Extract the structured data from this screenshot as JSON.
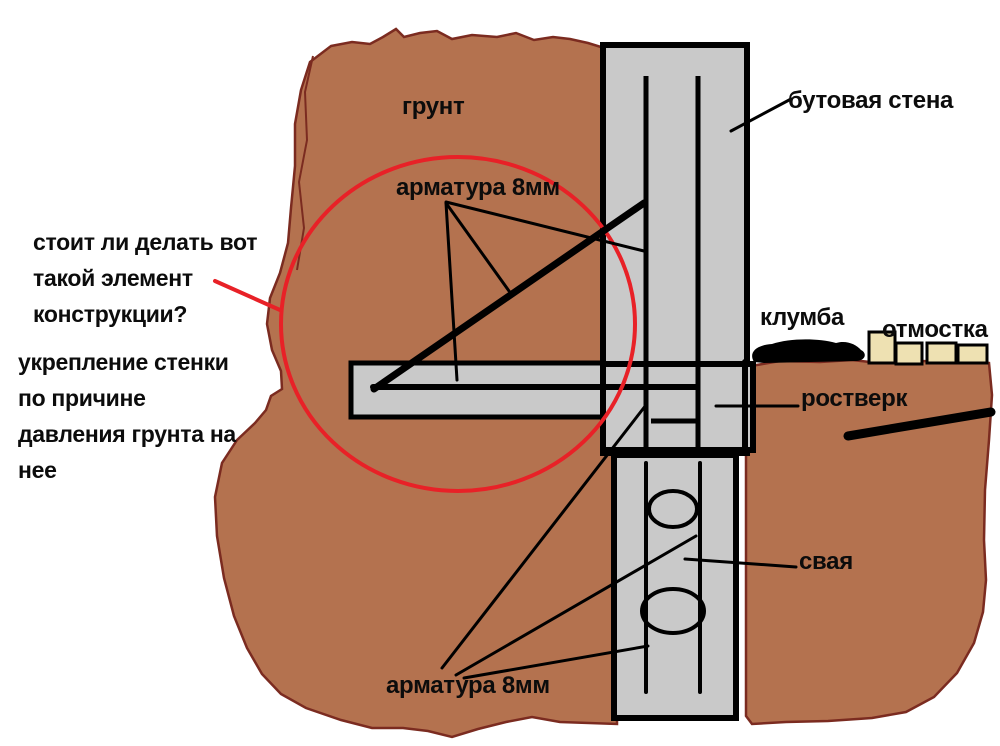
{
  "labels": {
    "soil": "грунт",
    "rubble_wall": "бутовая стена",
    "rebar_top": "арматура 8мм",
    "rebar_bottom": "арматура 8мм",
    "flowerbed": "клумба",
    "blind_area": "отмостка",
    "grillage": "ростверк",
    "pile": "свая",
    "question": "стоит ли делать вот\nтакой элемент\nконструкции?",
    "note": "укрепление стенки\nпо причине\nдавления грунта на\nнее"
  },
  "colors": {
    "soil": "#b4724f",
    "soil_outline": "#7b2b20",
    "concrete": "#c9c9c9",
    "ink": "#000000",
    "highlight_red": "#e82127",
    "paver_beige": "#eee1b2"
  }
}
